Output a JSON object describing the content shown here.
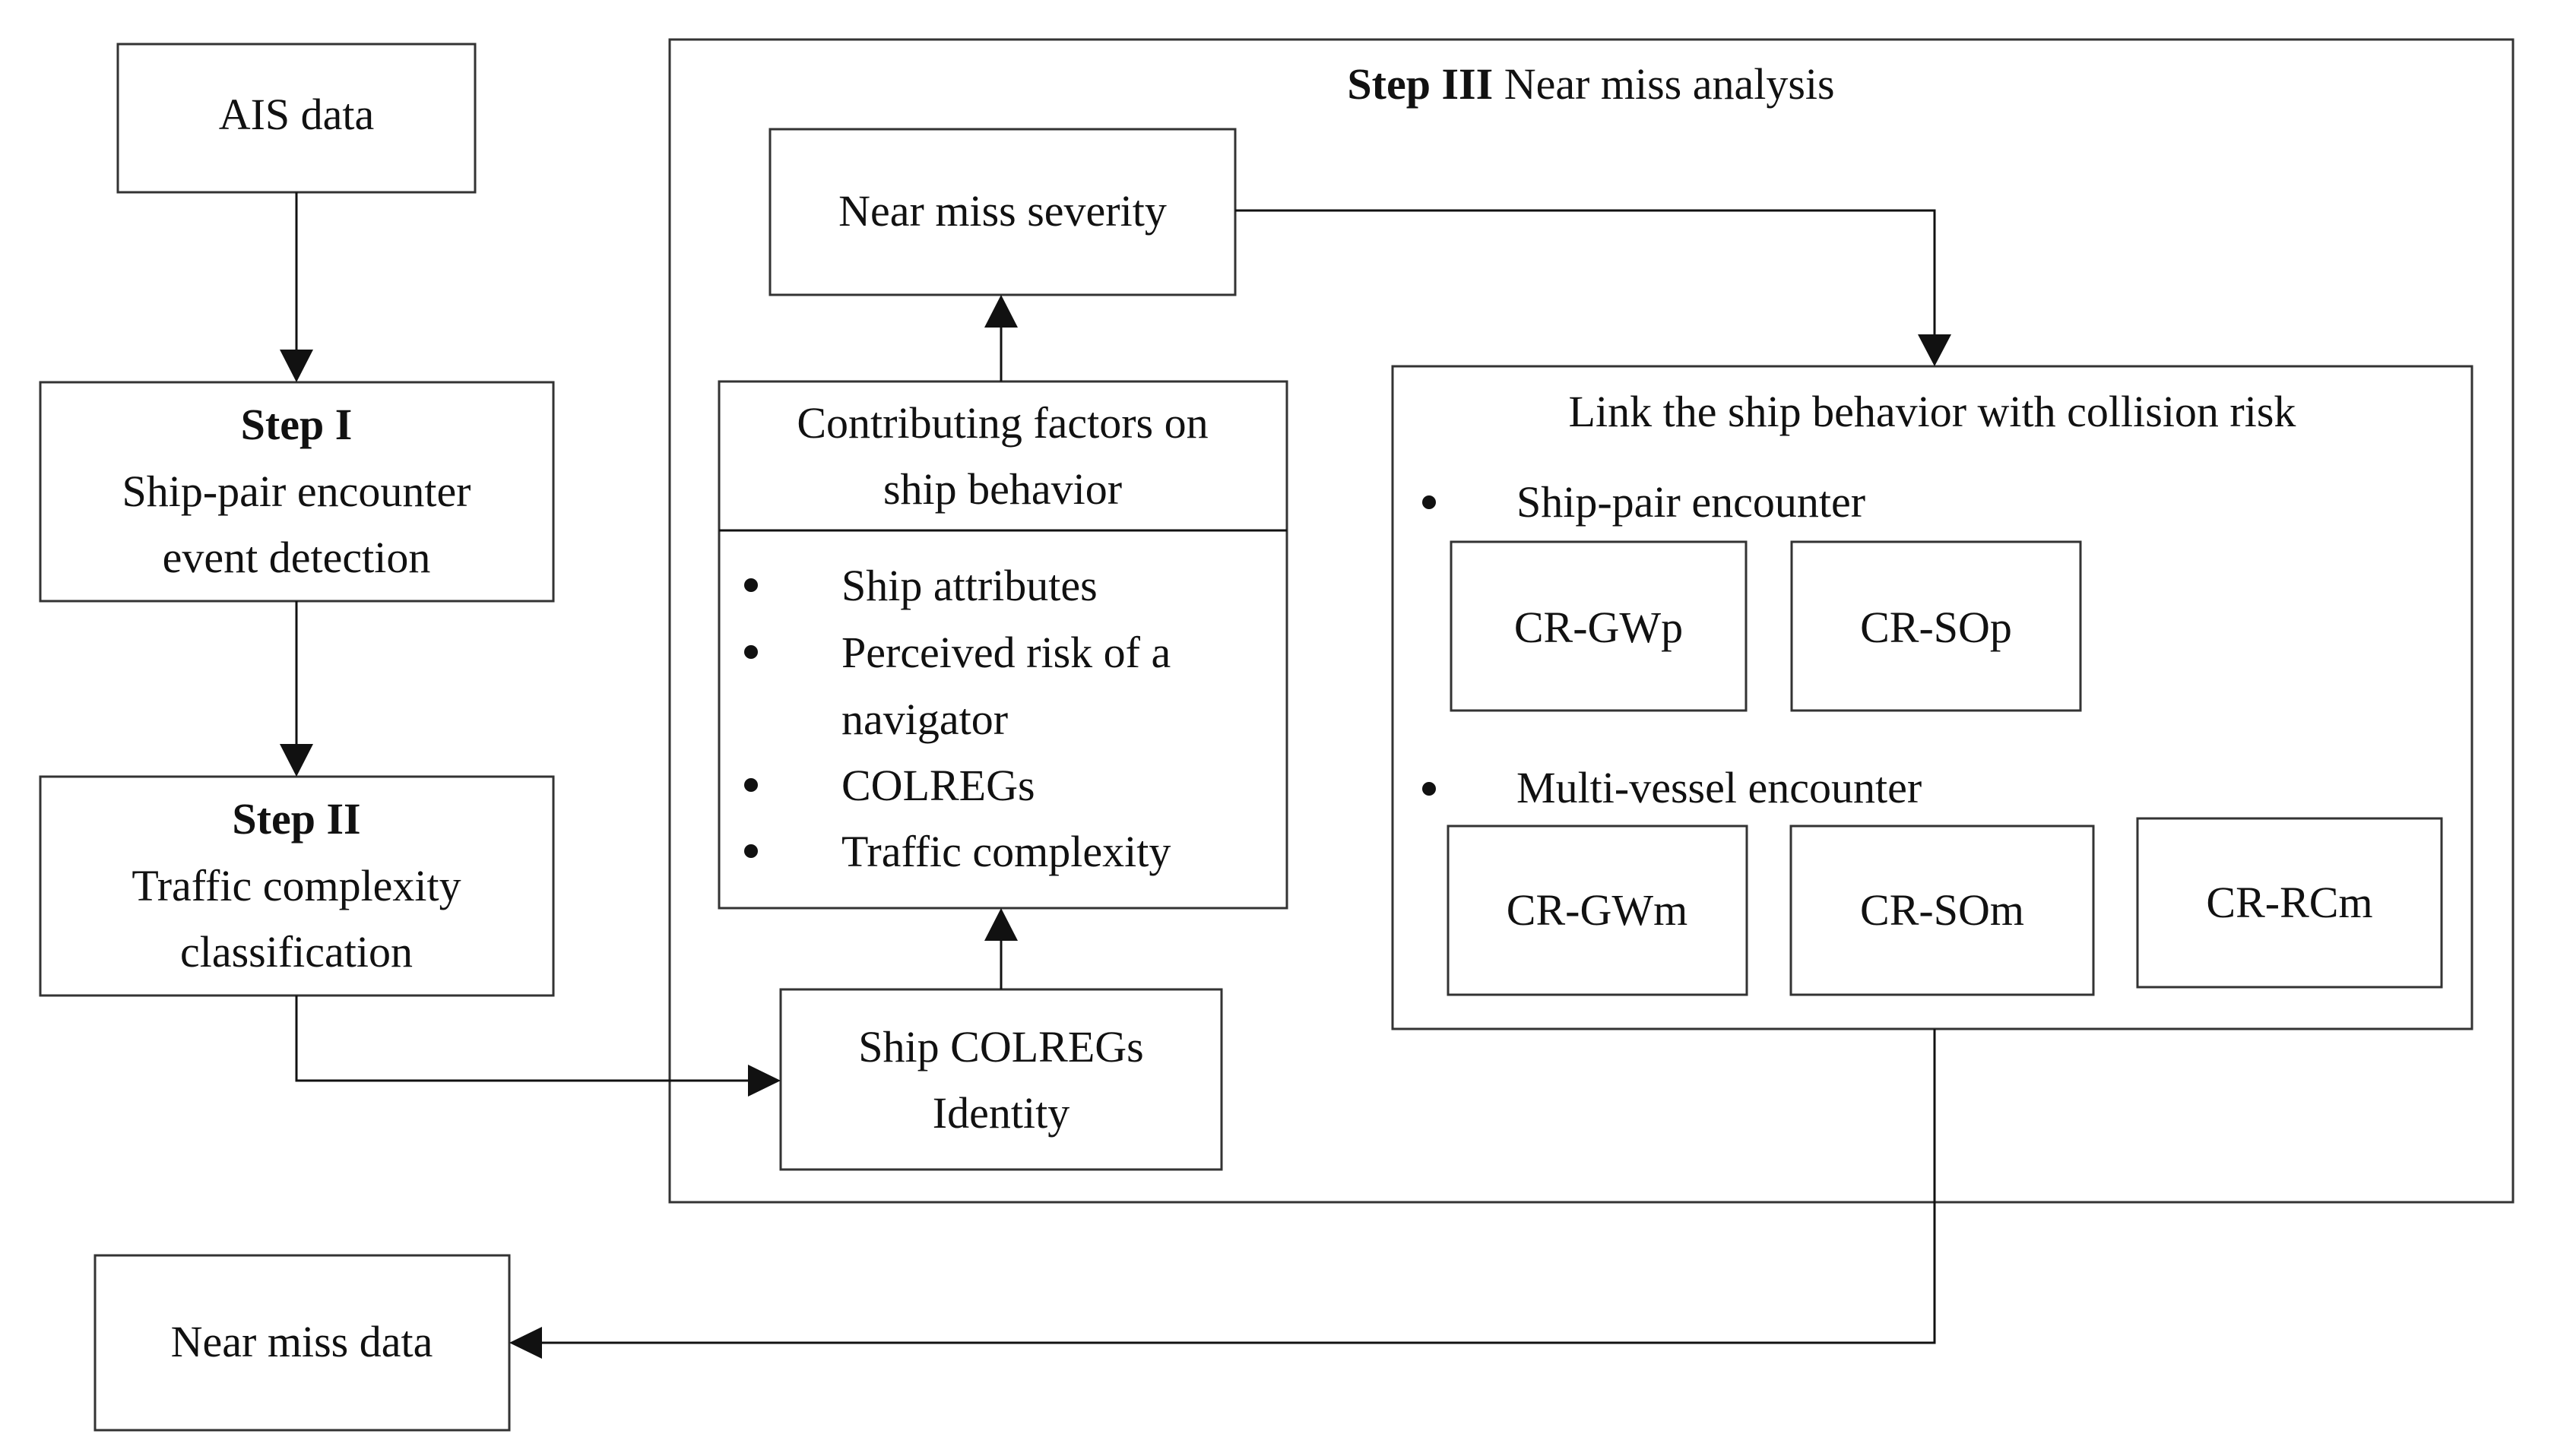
{
  "nodes": {
    "ais_data": "AIS data",
    "step1": {
      "title": "Step I",
      "line1": "Ship-pair encounter",
      "line2": "event detection"
    },
    "step2": {
      "title": "Step II",
      "line1": "Traffic complexity",
      "line2": "classification"
    },
    "step3": {
      "title_bold": "Step III",
      "title_rest": " Near miss analysis"
    },
    "near_miss_severity": "Near miss severity",
    "contributing": {
      "header_line1": "Contributing factors on",
      "header_line2": "ship behavior",
      "items": [
        "Ship attributes",
        "Perceived risk of a",
        "navigator",
        "COLREGs",
        "Traffic complexity"
      ]
    },
    "ship_colregs": {
      "line1": "Ship COLREGs",
      "line2": "Identity"
    },
    "link": {
      "title": "Link the ship behavior with collision risk",
      "pair_heading": "Ship-pair encounter",
      "pair_boxes": [
        "CR-GWp",
        "CR-SOp"
      ],
      "multi_heading": "Multi-vessel encounter",
      "multi_boxes": [
        "CR-GWm",
        "CR-SOm",
        "CR-RCm"
      ]
    },
    "near_miss_data": "Near miss data"
  }
}
